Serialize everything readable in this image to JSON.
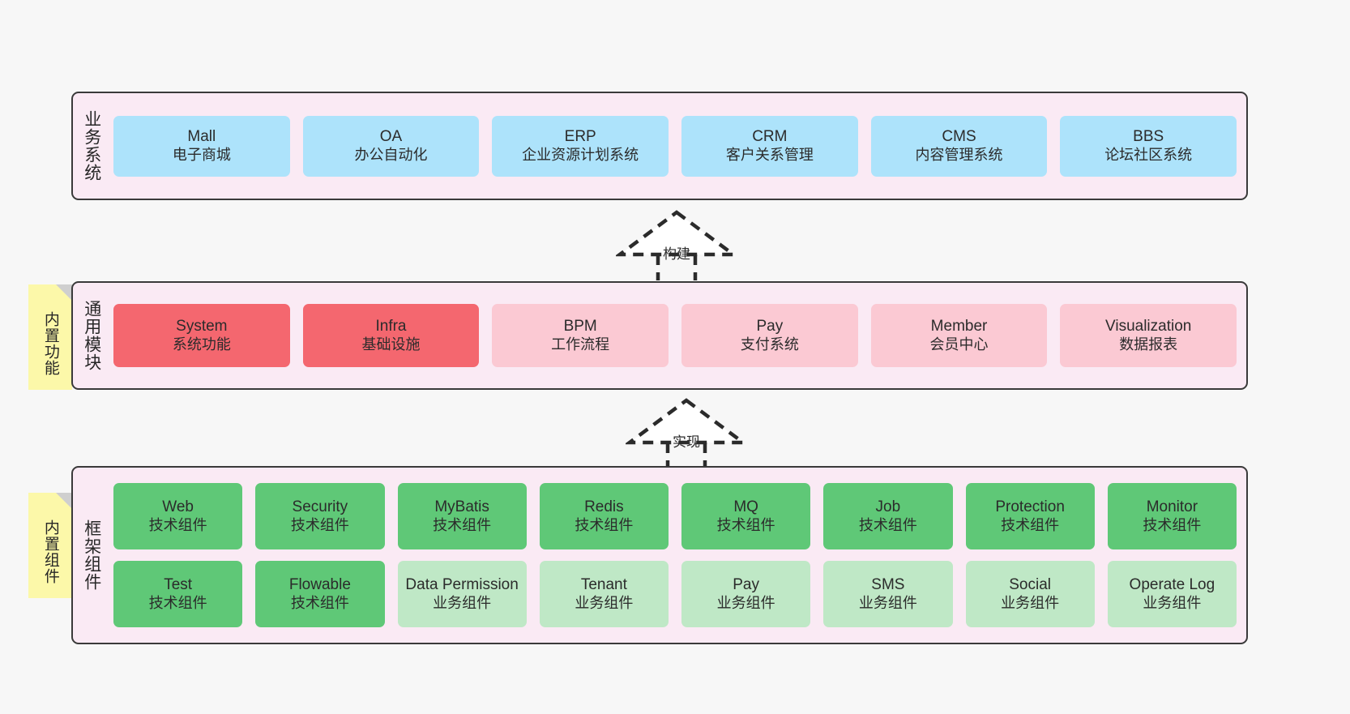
{
  "diagram": {
    "layers": [
      {
        "id": "business",
        "title": "业务系统",
        "rows": [
          {
            "cells": [
              {
                "en": "Mall",
                "cn": "电子商城",
                "color": "blue"
              },
              {
                "en": "OA",
                "cn": "办公自动化",
                "color": "blue"
              },
              {
                "en": "ERP",
                "cn": "企业资源计划系统",
                "color": "blue"
              },
              {
                "en": "CRM",
                "cn": "客户关系管理",
                "color": "blue"
              },
              {
                "en": "CMS",
                "cn": "内容管理系统",
                "color": "blue"
              },
              {
                "en": "BBS",
                "cn": "论坛社区系统",
                "color": "blue"
              }
            ]
          }
        ]
      },
      {
        "id": "common",
        "title": "通用模块",
        "note": "内置功能",
        "rows": [
          {
            "cells": [
              {
                "en": "System",
                "cn": "系统功能",
                "color": "red"
              },
              {
                "en": "Infra",
                "cn": "基础设施",
                "color": "red"
              },
              {
                "en": "BPM",
                "cn": "工作流程",
                "color": "pink"
              },
              {
                "en": "Pay",
                "cn": "支付系统",
                "color": "pink"
              },
              {
                "en": "Member",
                "cn": "会员中心",
                "color": "pink"
              },
              {
                "en": "Visualization",
                "cn": "数据报表",
                "color": "pink"
              }
            ]
          }
        ]
      },
      {
        "id": "framework",
        "title": "框架组件",
        "note": "内置组件",
        "rows": [
          {
            "cells": [
              {
                "en": "Web",
                "cn": "技术组件",
                "color": "green"
              },
              {
                "en": "Security",
                "cn": "技术组件",
                "color": "green"
              },
              {
                "en": "MyBatis",
                "cn": "技术组件",
                "color": "green"
              },
              {
                "en": "Redis",
                "cn": "技术组件",
                "color": "green"
              },
              {
                "en": "MQ",
                "cn": "技术组件",
                "color": "green"
              },
              {
                "en": "Job",
                "cn": "技术组件",
                "color": "green"
              },
              {
                "en": "Protection",
                "cn": "技术组件",
                "color": "green"
              },
              {
                "en": "Monitor",
                "cn": "技术组件",
                "color": "green"
              }
            ]
          },
          {
            "cells": [
              {
                "en": "Test",
                "cn": "技术组件",
                "color": "green"
              },
              {
                "en": "Flowable",
                "cn": "技术组件",
                "color": "green"
              },
              {
                "en": "Data Permission",
                "cn": "业务组件",
                "color": "lightgreen"
              },
              {
                "en": "Tenant",
                "cn": "业务组件",
                "color": "lightgreen"
              },
              {
                "en": "Pay",
                "cn": "业务组件",
                "color": "lightgreen"
              },
              {
                "en": "SMS",
                "cn": "业务组件",
                "color": "lightgreen"
              },
              {
                "en": "Social",
                "cn": "业务组件",
                "color": "lightgreen"
              },
              {
                "en": "Operate Log",
                "cn": "业务组件",
                "color": "lightgreen"
              }
            ]
          }
        ]
      }
    ],
    "connectors": [
      {
        "id": "build",
        "label": "构建"
      },
      {
        "id": "implement",
        "label": "实现"
      }
    ],
    "colors": {
      "blue": "#ade3fb",
      "red": "#f4676f",
      "pink": "#fbc9d3",
      "green": "#5fc877",
      "lightgreen": "#bfe8c6",
      "panel": "#faeaf4",
      "note": "#fcf8a9",
      "border": "#3a3a3a",
      "background": "#f7f7f7"
    }
  }
}
